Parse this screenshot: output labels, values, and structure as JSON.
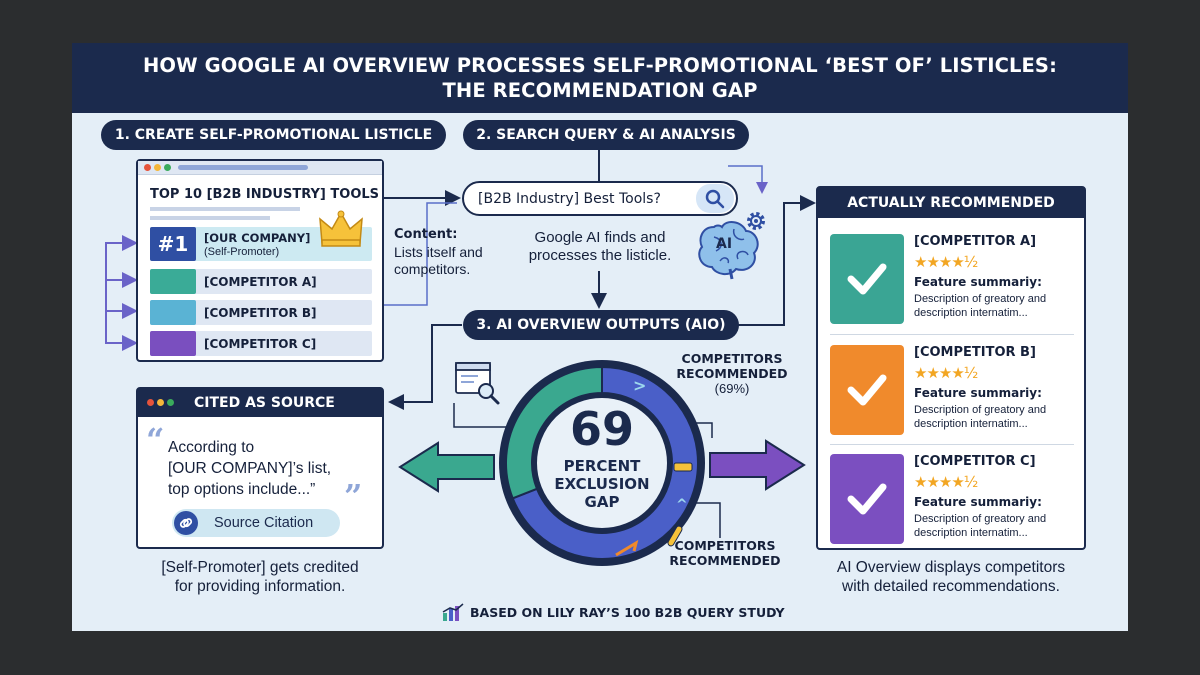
{
  "header": {
    "line1": "HOW GOOGLE AI OVERVIEW PROCESSES SELF-PROMOTIONAL ‘BEST OF’ LISTICLES:",
    "line2": "THE RECOMMENDATION GAP"
  },
  "steps": {
    "step1": "1. CREATE SELF-PROMOTIONAL LISTICLE",
    "step2": "2. SEARCH QUERY & AI ANALYSIS",
    "step3": "3. AI OVERVIEW OUTPUTS (AIO)"
  },
  "listicle": {
    "title": "TOP 10 [B2B INDUSTRY] TOOLS",
    "rank_badge": "#1",
    "items": [
      {
        "label": "[OUR COMPANY]",
        "sublabel": "(Self-Promoter)"
      },
      {
        "label": "[COMPETITOR A]",
        "color": "#3aab97"
      },
      {
        "label": "[COMPETITOR B]",
        "color": "#5ab3d4"
      },
      {
        "label": "[COMPETITOR C]",
        "color": "#7a4fbf"
      }
    ]
  },
  "content_note": {
    "heading": "Content:",
    "body_line1": "Lists itself and",
    "body_line2": "competitors."
  },
  "search": {
    "query": "[B2B Industry] Best Tools?",
    "caption_line1": "Google AI finds and",
    "caption_line2": "processes the listicle.",
    "ai_badge": "AI"
  },
  "cited": {
    "title": "CITED AS SOURCE",
    "quote_line1": "According to",
    "quote_line2": "[OUR COMPANY]’s list,",
    "quote_line3": "top options include...”",
    "citation_label": "Source Citation",
    "caption_line1": "[Self-Promoter] gets credited",
    "caption_line2": "for providing information."
  },
  "donut": {
    "big_number": "69",
    "line1": "PERCENT",
    "line2": "EXCLUSION",
    "line3": "GAP",
    "label_top_line1": "COMPETITORS",
    "label_top_line2": "RECOMMENDED",
    "label_top_line3": "(69%)",
    "label_bottom_line1": "COMPETITORS",
    "label_bottom_line2": "RECOMMENDED",
    "segments": [
      {
        "name": "competitors",
        "percent": 69,
        "color": "#4a5fc8"
      },
      {
        "name": "self-promoter",
        "percent": 31,
        "color": "#3aa88f"
      }
    ]
  },
  "recommended": {
    "title": "ACTUALLY RECOMMENDED",
    "rating": "★★★★½",
    "competitors": [
      {
        "name": "[COMPETITOR A]",
        "feature": "Feature summariy:",
        "desc_line1": "Description of greatory and",
        "desc_line2": "description internatim...",
        "color": "#3aa594"
      },
      {
        "name": "[COMPETITOR B]",
        "feature": "Feature summariy:",
        "desc_line1": "Description of greatory and",
        "desc_line2": "description internatim...",
        "color": "#f08a2c"
      },
      {
        "name": "[COMPETITOR C]",
        "feature": "Feature summariy:",
        "desc_line1": "Description of greatory and",
        "desc_line2": "description internatim...",
        "color": "#7b4fc0"
      }
    ],
    "caption_line1": "AI Overview displays competitors",
    "caption_line2": "with detailed recommendations."
  },
  "footer": {
    "text": "BASED ON LILY RAY’S 100 B2B QUERY STUDY"
  }
}
